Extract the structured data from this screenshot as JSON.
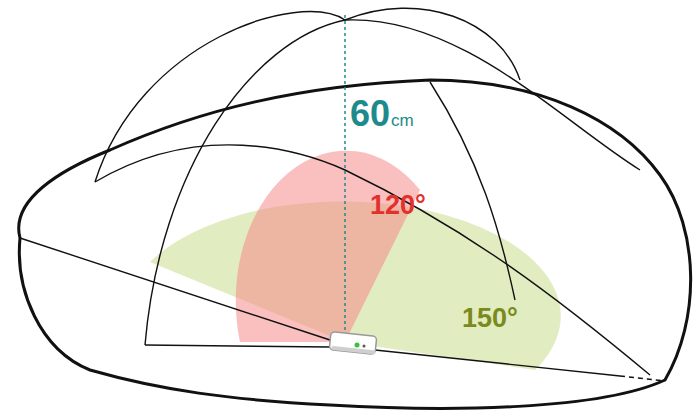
{
  "diagram": {
    "labels": [
      "60",
      "cm",
      "120°",
      "150°"
    ]
  }
}
